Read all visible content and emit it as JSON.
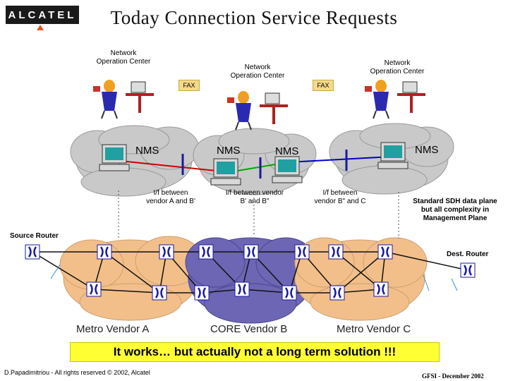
{
  "title": "Today Connection Service Requests",
  "logo": {
    "text": "ALCATEL",
    "accent_color": "#e05a1e"
  },
  "noc_labels": [
    "Network\nOperation Center",
    "Network\nOperation Center",
    "Network\nOperation Center"
  ],
  "fax_labels": [
    "FAX",
    "FAX"
  ],
  "nms_labels": [
    "NMS",
    "NMS",
    "NMS",
    "NMS"
  ],
  "interfaces": [
    {
      "text": "I/f between\nvendor A and B'",
      "color": "#cc0000"
    },
    {
      "text": "I/f between vendor\nB' and B\"",
      "color": "#00aa00"
    },
    {
      "text": "I/f between\nvendor B\" and C",
      "color": "#0000cc"
    }
  ],
  "note_sdh": "Standard SDH data plane\nbut all complexity in\nManagement Plane",
  "source_router": "Source Router",
  "dest_router": "Dest. Router",
  "vendors": [
    "Metro Vendor A",
    "CORE Vendor B",
    "Metro Vendor C"
  ],
  "banner": "It works… but actually not a long term solution !!!",
  "footer_left": "D.Papadimitriou - All rights reserved © 2002, Alcatel",
  "footer_right": "GFSI - December 2002",
  "colors": {
    "metro_cloud": "#f2bf8a",
    "core_cloud": "#6c66b4",
    "mgmt_cloud": "#c9c9c9",
    "link": "#111111",
    "banner": "#ffff33"
  }
}
